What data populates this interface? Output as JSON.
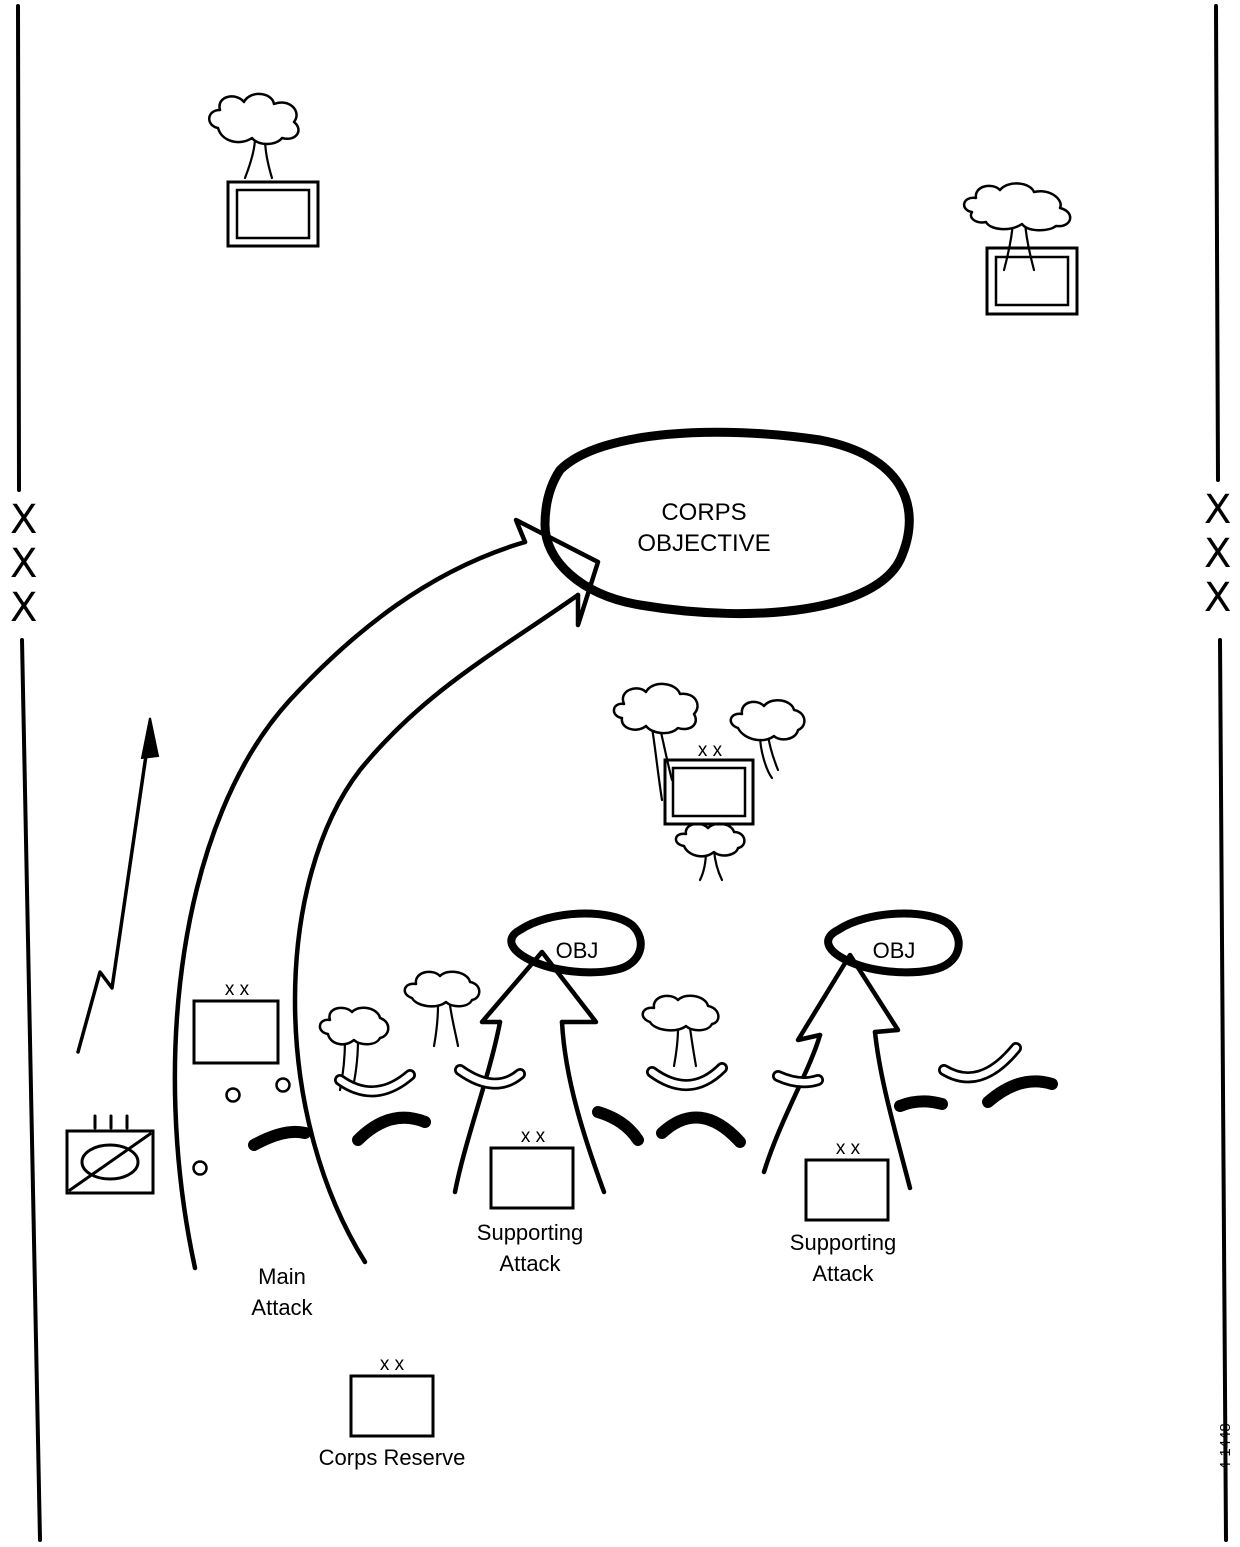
{
  "boundary": {
    "symbol": "X",
    "count": 3
  },
  "corps_objective": {
    "line1": "CORPS",
    "line2": "OBJECTIVE"
  },
  "objectives": [
    {
      "label": "OBJ"
    },
    {
      "label": "OBJ"
    }
  ],
  "echelon_division": "x x",
  "units": {
    "main_attack": {
      "line1": "Main",
      "line2": "Attack"
    },
    "supporting_attack_1": {
      "line1": "Supporting",
      "line2": "Attack"
    },
    "supporting_attack_2": {
      "line1": "Supporting",
      "line2": "Attack"
    },
    "corps_reserve": {
      "label": "Corps Reserve"
    }
  },
  "figure_number": "4-1448"
}
